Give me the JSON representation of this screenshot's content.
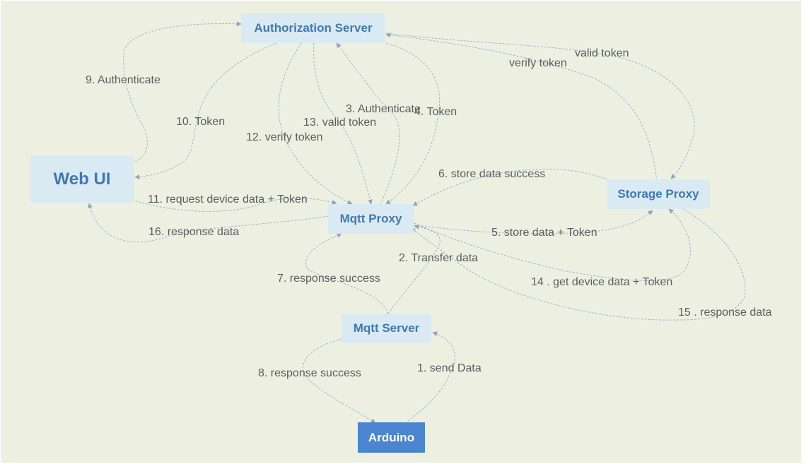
{
  "colors": {
    "background": "#edf0e1",
    "node_fill": "#daeaf2",
    "node_text": "#3d79b6",
    "primary_fill": "#4a86cf",
    "primary_text": "#ffffff",
    "edge": "#9fb3cf",
    "label_text": "#5d5d5d"
  },
  "nodes": {
    "auth": "Authorization Server",
    "webui": "Web UI",
    "mqttproxy": "Mqtt Proxy",
    "storage": "Storage Proxy",
    "mqttserver": "Mqtt Server",
    "arduino": "Arduino"
  },
  "edges": [
    {
      "id": "e1",
      "from": "arduino",
      "to": "mqttserver",
      "label": "1.  send Data"
    },
    {
      "id": "e2",
      "from": "mqttserver",
      "to": "mqttproxy",
      "label": "2. Transfer data"
    },
    {
      "id": "e3",
      "from": "mqttproxy",
      "to": "auth",
      "label": "3. Authenticate"
    },
    {
      "id": "e4",
      "from": "auth",
      "to": "mqttproxy",
      "label": "4. Token"
    },
    {
      "id": "e5",
      "from": "mqttproxy",
      "to": "storage",
      "label": "5. store data + Token"
    },
    {
      "id": "e6",
      "from": "storage",
      "to": "mqttproxy",
      "label": "6. store data success"
    },
    {
      "id": "e7",
      "from": "mqttserver",
      "to": "mqttproxy",
      "label": "7. response success"
    },
    {
      "id": "e8",
      "from": "mqttserver",
      "to": "arduino",
      "label": "8. response success"
    },
    {
      "id": "e9",
      "from": "webui",
      "to": "auth",
      "label": "9. Authenticate"
    },
    {
      "id": "e10",
      "from": "auth",
      "to": "webui",
      "label": "10. Token"
    },
    {
      "id": "e11",
      "from": "webui",
      "to": "mqttproxy",
      "label": "11. request device data + Token"
    },
    {
      "id": "e12",
      "from": "auth",
      "to": "mqttproxy",
      "label": "12. verify token"
    },
    {
      "id": "e13",
      "from": "auth",
      "to": "mqttproxy",
      "label": "13. valid token"
    },
    {
      "id": "e14",
      "from": "mqttproxy",
      "to": "storage",
      "label": "14 . get device data + Token"
    },
    {
      "id": "e15",
      "from": "mqttproxy",
      "to": "storage",
      "label": "15 . response data"
    },
    {
      "id": "e16",
      "from": "mqttproxy",
      "to": "webui",
      "label": "16. response data"
    },
    {
      "id": "e17",
      "from": "storage",
      "to": "auth",
      "label": "verify  token"
    },
    {
      "id": "e18",
      "from": "auth",
      "to": "storage",
      "label": "valid token"
    }
  ]
}
